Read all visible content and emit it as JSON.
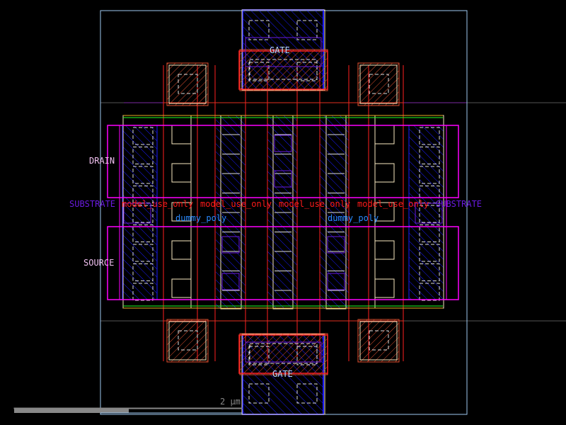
{
  "colors": {
    "background": "#000000",
    "boundary": "#9ec8f0",
    "poly": "#1a1aff",
    "diffusion_red": "#ff2020",
    "metal": "#f8e8c0",
    "implant": "#ff00ff",
    "substrate_text": "#6a1ae0",
    "model_text": "#ff1a1a",
    "dummy_text": "#2a8aff",
    "pin_text": "#f0c0f0",
    "gate_text": "#b8d8ff",
    "scale": "#888888"
  },
  "labels": {
    "gate_top": "GATE",
    "gate_bottom": "GATE",
    "drain": "DRAIN",
    "source": "SOURCE",
    "substrate_left": "SUBSTRATE",
    "substrate_right": "SUBSTRATE",
    "model_1": "model_use_only",
    "model_2": "model_use_only",
    "model_3": "model_use_only",
    "model_4": "model_use_only",
    "dummy_left": "dummy_poly",
    "dummy_right": "dummy_poly"
  },
  "scale_bar": {
    "label": "2 µm"
  }
}
